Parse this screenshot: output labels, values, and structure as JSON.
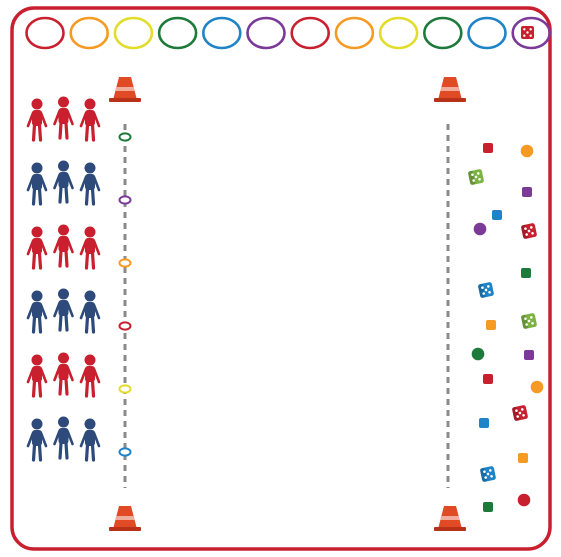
{
  "colors": {
    "border": "#c8202f",
    "red": "#c8202f",
    "orange": "#f59a23",
    "yellow": "#e2dc2a",
    "green": "#1d7a3a",
    "blue": "#1f83c7",
    "purple": "#7b3a98",
    "navy": "#2e4a7a",
    "lime": "#7cb342",
    "cone": "#e04a24",
    "dash": "#8a8a8a"
  },
  "hoops_top": [
    "red",
    "orange",
    "yellow",
    "green",
    "blue",
    "purple",
    "red",
    "orange",
    "yellow",
    "green",
    "blue",
    "purple"
  ],
  "die_in_last_hoop": "red",
  "team_rows": [
    "red",
    "navy",
    "red",
    "navy",
    "red",
    "navy"
  ],
  "players_per_row": 3,
  "lane_rings": [
    "green",
    "purple",
    "orange",
    "red",
    "yellow",
    "blue"
  ],
  "cones": 4,
  "items": [
    {
      "shape": "square",
      "color": "red"
    },
    {
      "shape": "circle",
      "color": "orange"
    },
    {
      "shape": "die",
      "color": "lime"
    },
    {
      "shape": "square",
      "color": "purple"
    },
    {
      "shape": "square",
      "color": "blue"
    },
    {
      "shape": "circle",
      "color": "purple"
    },
    {
      "shape": "die",
      "color": "red"
    },
    {
      "shape": "square",
      "color": "green"
    },
    {
      "shape": "die",
      "color": "blue"
    },
    {
      "shape": "square",
      "color": "orange"
    },
    {
      "shape": "die",
      "color": "lime"
    },
    {
      "shape": "circle",
      "color": "green"
    },
    {
      "shape": "square",
      "color": "purple"
    },
    {
      "shape": "square",
      "color": "red"
    },
    {
      "shape": "circle",
      "color": "orange"
    },
    {
      "shape": "die",
      "color": "red"
    },
    {
      "shape": "square",
      "color": "blue"
    },
    {
      "shape": "die",
      "color": "blue"
    },
    {
      "shape": "square",
      "color": "orange"
    },
    {
      "shape": "square",
      "color": "green"
    },
    {
      "shape": "circle",
      "color": "red"
    }
  ]
}
